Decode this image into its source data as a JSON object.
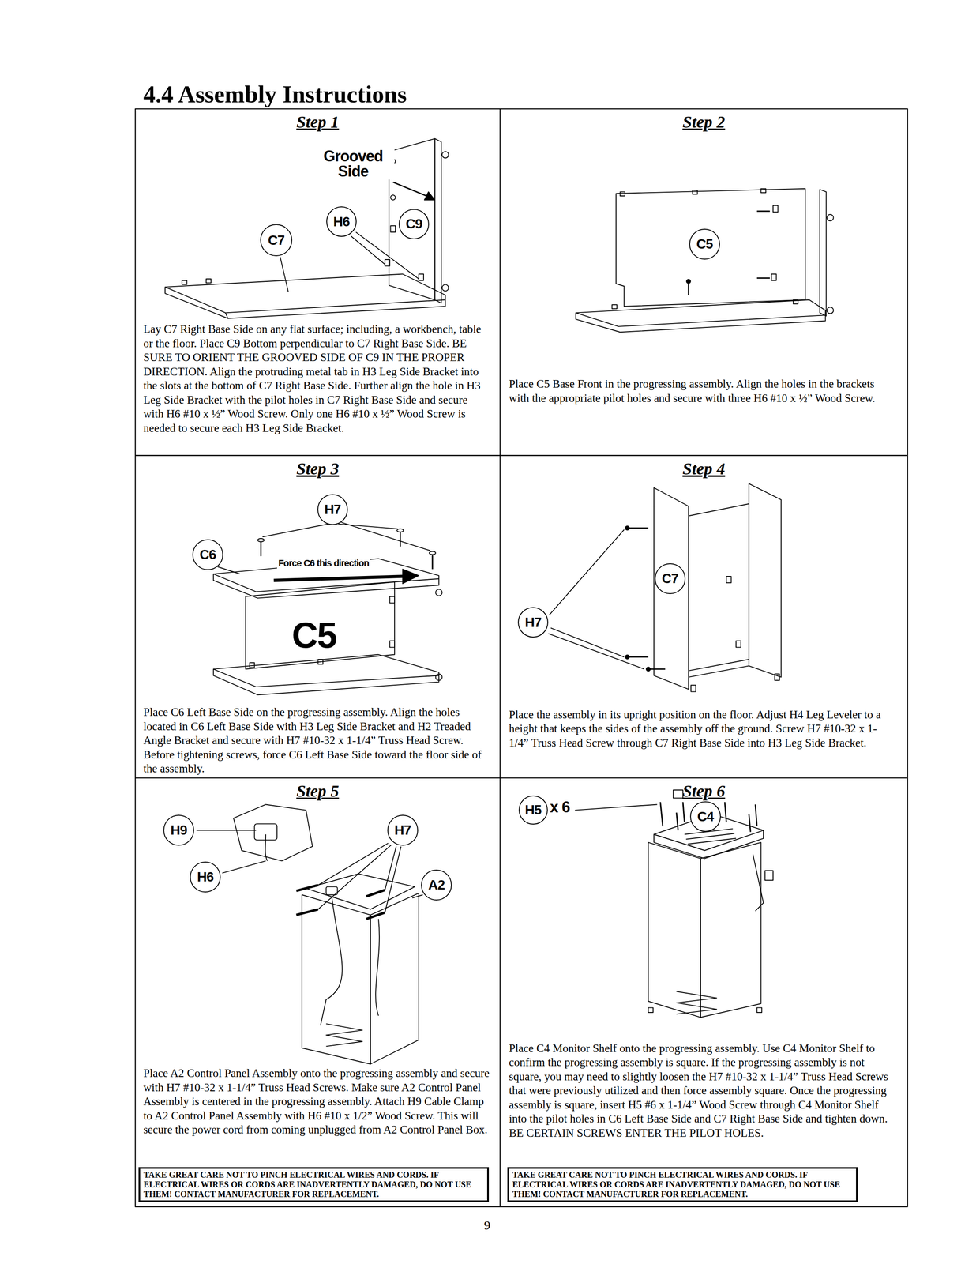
{
  "diagram": {
    "title": "4.4 Assembly Instructions",
    "nodes": [
      {
        "text": [
          "Step 1",
          "Lay C7 Right Base Side on any flat surface; including, a workbench, table or the floor. Place C9 Bottom perpendicular to C7 Right Base Side. BE SURE TO ORIENT THE GROOVED SIDE OF C9 IN THE PROPER DIRECTION. Align the protruding metal tab in H3 Leg Side Bracket into the slots at the bottom of C7 Right Base Side. Further align the hole in H3 Leg Side Bracket with the pilot holes in C7 Right Base Side and secure with H6 #10 x ½” Wood Screw. Only one H6 #10 x ½” Wood Screw is needed to secure each H3 Leg Side Bracket."
        ]
      },
      {
        "text": [
          "H6"
        ],
        "in": 0
      },
      {
        "text": [
          "C9"
        ],
        "in": 0
      },
      {
        "text": [
          "C7"
        ],
        "in": 0
      },
      {
        "text": [
          "Step 2",
          "Place C5 Base Front in the progressing assembly. Align the holes in the brackets with the appropriate pilot holes and secure with three H6 #10 x ½” Wood Screw."
        ]
      },
      {
        "text": [
          "C5"
        ],
        "in": 4
      },
      {
        "text": [
          "Step 3",
          "Place C6 Left Base Side on the progressing assembly. Align the holes located in C6 Left Base Side with H3 Leg Side Bracket and H2 Treaded Angle Bracket and secure with H7 #10-32 x 1-1/4” Truss Head Screw. Before tightening screws, force C6 Left Base Side toward the floor side of the assembly."
        ]
      },
      {
        "text": [
          "H7"
        ],
        "in": 6
      },
      {
        "text": [
          "C6"
        ],
        "in": 6
      },
      {
        "text": [
          "Step 4",
          "Place the assembly in its upright position on the floor. Adjust H4 Leg Leveler to a height that keeps the sides of the assembly off the ground. Screw H7 #10-32 x 1-1/4” Truss Head Screw through C7 Right Base Side into H3 Leg Side Bracket."
        ]
      },
      {
        "text": [
          "C7"
        ],
        "in": 9
      },
      {
        "text": [
          "H7"
        ],
        "in": 9
      },
      {
        "text": [
          "Step 5",
          "Place A2 Control Panel Assembly onto the progressing assembly and secure with H7 #10-32 x 1-1/4” Truss Head Screws. Make sure A2 Control Panel Assembly is centered in the progressing assembly. Attach H9 Cable Clamp to A2 Control Panel Assembly with H6 #10 x 1/2” Wood Screw. This will secure the power cord from coming unplugged from A2 Control Panel Box."
        ]
      },
      {
        "text": [
          "H9"
        ],
        "in": 12
      },
      {
        "text": [
          "H7"
        ],
        "in": 12
      },
      {
        "text": [
          "H6"
        ],
        "in": 12
      },
      {
        "text": [
          "A2"
        ],
        "in": 12
      },
      {
        "text": [
          "TAKE GREAT CARE NOT TO PINCH ELECTRICAL WIRES AND CORDS. IF ELECTRICAL WIRES OR CORDS ARE INADVERTENTLY DAMAGED, DO NOT USE THEM! CONTACT MANUFACTURER FOR REPLACEMENT."
        ],
        "in": 12
      },
      {
        "text": [
          "Step 6",
          "Place C4 Monitor Shelf onto the progressing assembly. Use C4 Monitor Shelf to confirm the progressing assembly is square. If the progressing assembly is not square, you may need to slightly loosen the H7 #10-32 x 1-1/4” Truss Head Screws that were previously utilized and then force assembly square. Once the progressing assembly is square, insert H5 #6 x 1-1/4” Wood Screw through C4 Monitor Shelf into the pilot holes in C6 Left Base Side and C7 Right Base Side and tighten down. BE CERTAIN SCREWS ENTER THE PILOT HOLES."
        ]
      },
      {
        "text": [
          "H5"
        ],
        "in": 18
      },
      {
        "text": [
          "C4"
        ],
        "in": 18
      },
      {
        "text": [
          "TAKE GREAT CARE NOT TO PINCH ELECTRICAL WIRES AND CORDS. IF ELECTRICAL WIRES OR CORDS ARE INADVERTENTLY DAMAGED, DO NOT USE THEM! CONTACT MANUFACTURER FOR REPLACEMENT."
        ],
        "in": 18
      }
    ],
    "labels": [
      "Grooved Side",
      "Force C6 this direction",
      "C5",
      "x 6",
      "9"
    ]
  }
}
